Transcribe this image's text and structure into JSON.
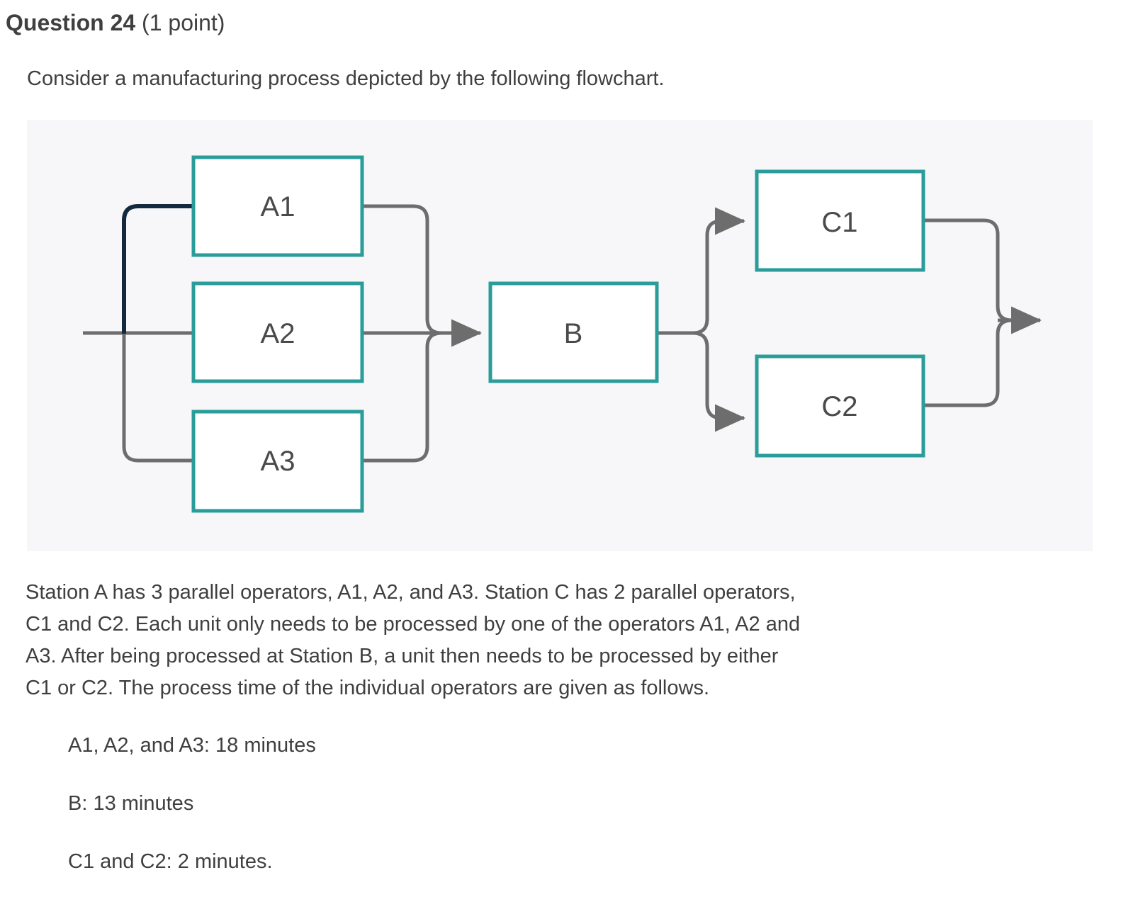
{
  "question": {
    "label": "Question 24",
    "points": "(1 point)",
    "prompt": "Consider a manufacturing process depicted by the following flowchart."
  },
  "diagram": {
    "panel_background": "#f7f7fa",
    "node_border_color": "#2a9d9a",
    "node_fill_color": "#ffffff",
    "connector_color": "#6d6d6d",
    "highlight_connector_color": "#13293d",
    "label_color": "#4a4a4a",
    "nodes": [
      {
        "id": "a1",
        "label": "A1",
        "station": "A"
      },
      {
        "id": "a2",
        "label": "A2",
        "station": "A"
      },
      {
        "id": "a3",
        "label": "A3",
        "station": "A"
      },
      {
        "id": "b",
        "label": "B",
        "station": "B"
      },
      {
        "id": "c1",
        "label": "C1",
        "station": "C"
      },
      {
        "id": "c2",
        "label": "C2",
        "station": "C"
      }
    ]
  },
  "body": {
    "lines": [
      "Station A has 3 parallel operators, A1, A2, and A3. Station C has 2 parallel operators,",
      "C1 and C2. Each unit only needs to be processed by one of the operators A1, A2 and",
      "A3. After being processed at Station B, a unit then needs to be processed by either",
      "C1 or C2. The process time of the individual operators are given as follows."
    ]
  },
  "process_times": [
    "A1, A2, and A3: 18 minutes",
    "B: 13 minutes",
    "C1 and C2: 2 minutes."
  ]
}
